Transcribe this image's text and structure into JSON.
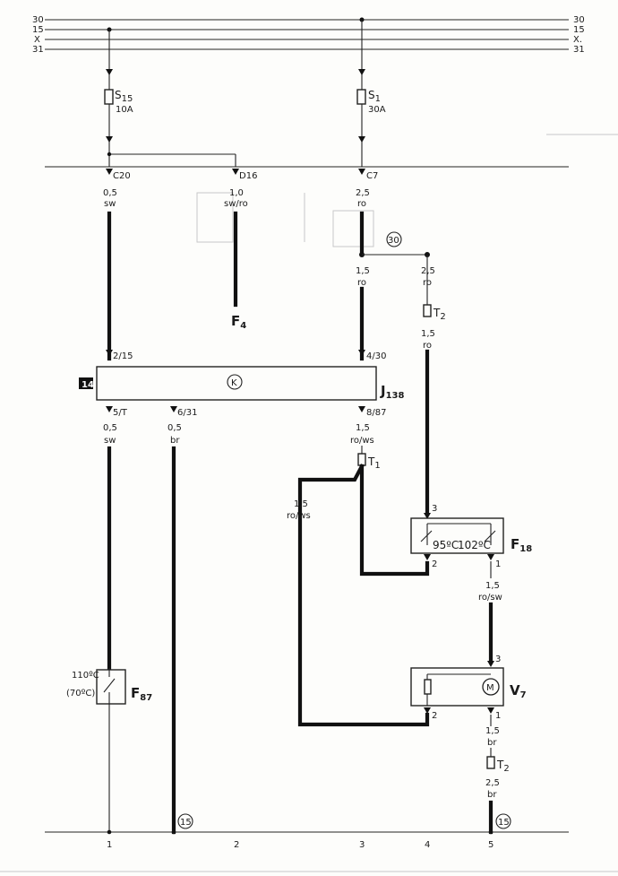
{
  "bus": {
    "labels_left": [
      "30",
      "15",
      "X",
      "31"
    ],
    "labels_right": [
      "30",
      "15",
      "X.",
      "31"
    ]
  },
  "fuses": [
    {
      "id": "S15",
      "name": "S",
      "sub": "15",
      "rating": "10A"
    },
    {
      "id": "S1",
      "name": "S",
      "sub": "1",
      "rating": "30A"
    }
  ],
  "connectors": {
    "c20": "C20",
    "d16": "D16",
    "c7": "C7",
    "p2_15": "2/15",
    "p4_30": "4/30",
    "p5_t": "5/T",
    "p6_31": "6/31",
    "p8_87": "8/87"
  },
  "wires": [
    {
      "size": "0,5",
      "color": "sw"
    },
    {
      "size": "1,0",
      "color": "sw/ro"
    },
    {
      "size": "2,5",
      "color": "ro"
    },
    {
      "size": "1,5",
      "color": "ro"
    },
    {
      "size": "2,5",
      "color": "ro"
    },
    {
      "size": "1,5",
      "color": "ro"
    },
    {
      "size": "0,5",
      "color": "sw"
    },
    {
      "size": "0,5",
      "color": "br"
    },
    {
      "size": "1,5",
      "color": "ro/ws"
    },
    {
      "size": "1,5",
      "color": "ro/ws"
    },
    {
      "size": "1,5",
      "color": "ro/sw"
    },
    {
      "size": "1,5",
      "color": "br"
    },
    {
      "size": "2,5",
      "color": "br"
    }
  ],
  "components": {
    "f4": {
      "name": "F",
      "sub": "4"
    },
    "j138": {
      "name": "J",
      "sub": "138",
      "relay_symbol": "K",
      "badge": "14"
    },
    "t2a": {
      "name": "T",
      "sub": "2"
    },
    "t2b": {
      "name": "T",
      "sub": "2"
    },
    "t1": {
      "name": "T",
      "sub": "1"
    },
    "f18": {
      "name": "F",
      "sub": "18",
      "temp_low": "95ºC",
      "temp_high": "102ºC",
      "pin_in": "3",
      "pin_low": "2",
      "pin_high": "1"
    },
    "f87": {
      "name": "F",
      "sub": "87",
      "temp_high": "110ºC",
      "temp_low": "(70ºC)"
    },
    "v7": {
      "name": "V",
      "sub": "7",
      "motor": "M",
      "pin_in": "3",
      "pin_low": "2",
      "pin_gnd": "1"
    }
  },
  "circles": {
    "c30": "30",
    "g1": "15",
    "g2": "15"
  },
  "tracks": [
    "1",
    "2",
    "3",
    "4",
    "5"
  ]
}
